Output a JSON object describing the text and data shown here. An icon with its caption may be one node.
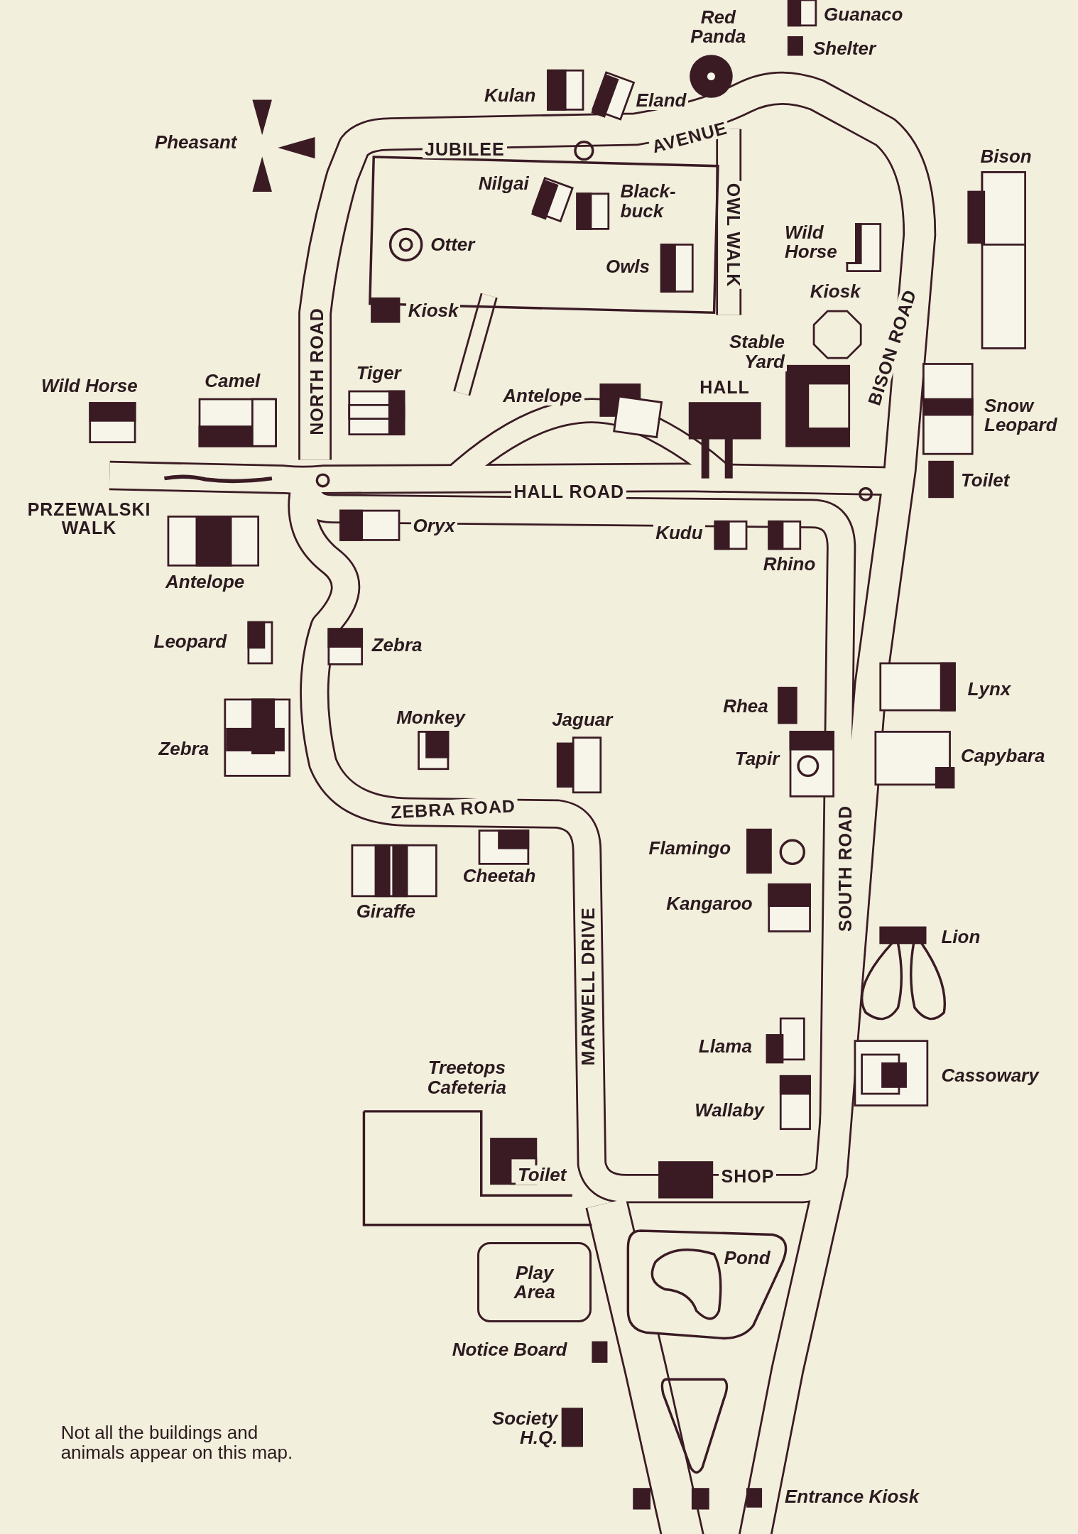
{
  "diagram": {
    "nodes": [
      {
        "text": [
          "Play Area"
        ]
      }
    ],
    "labels": [
      "Red Panda",
      "Guanaco",
      "Shelter",
      "Kulan",
      "Eland",
      "Pheasant",
      "JUBILEE",
      "AVENUE",
      "Bison",
      "Nilgai",
      "Black- buck",
      "OWL WALK",
      "Wild Horse",
      "Otter",
      "Owls",
      "Kiosk",
      "Kiosk",
      "NORTH ROAD",
      "BISON ROAD",
      "Stable Yard",
      "Wild Horse",
      "Camel",
      "Tiger",
      "Antelope",
      "HALL",
      "Snow Leopard",
      "HALL ROAD",
      "Toilet",
      "PRZEWALSKI WALK",
      "Oryx",
      "Kudu",
      "Rhino",
      "Antelope",
      "Leopard",
      "Zebra",
      "Lynx",
      "Rhea",
      "Monkey",
      "Jaguar",
      "Zebra",
      "Tapir",
      "Capybara",
      "ZEBRA ROAD",
      "Cheetah",
      "Flamingo",
      "Giraffe",
      "Kangaroo",
      "SOUTH ROAD",
      "MARWELL DRIVE",
      "Lion",
      "Llama",
      "Treetops Cafeteria",
      "Cassowary",
      "Wallaby",
      "Toilet",
      "SHOP",
      "Pond",
      "Notice Board",
      "Not all the buildings and animals appear on this map.",
      "Society H.Q.",
      "Entrance Kiosk"
    ]
  }
}
